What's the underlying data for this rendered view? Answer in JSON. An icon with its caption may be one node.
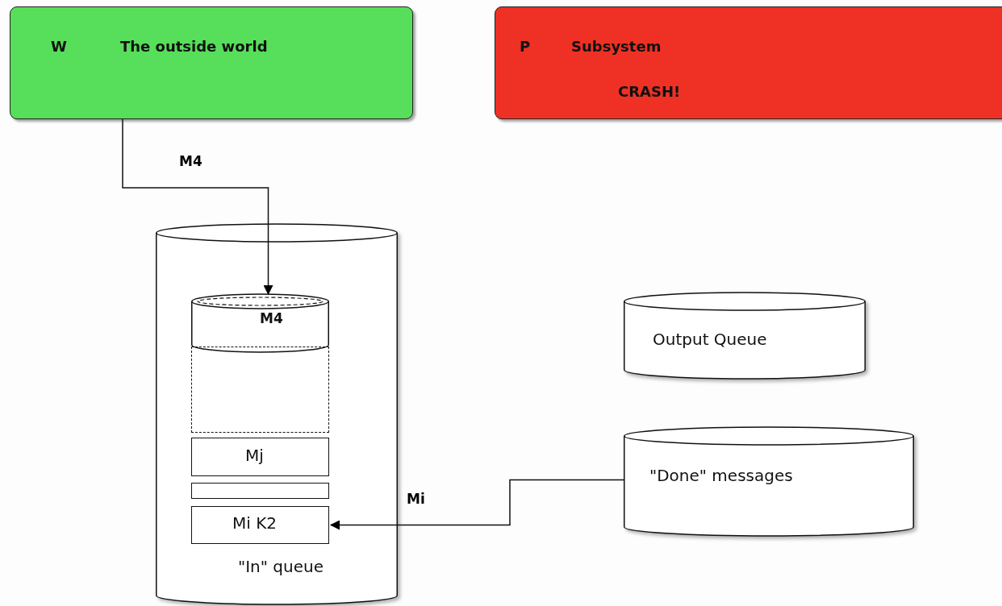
{
  "diagram": {
    "nodes": [
      {
        "text": [
          "W",
          "The outside world"
        ]
      },
      {
        "text": [
          "P",
          "Subsystem",
          "CRASH!"
        ]
      },
      {
        "text": [
          "\"In\" queue"
        ]
      },
      {
        "text": [
          "M4"
        ],
        "in": 2
      },
      {
        "text": [],
        "shape": "box",
        "in": 2
      },
      {
        "text": [
          "Mj"
        ],
        "in": 2
      },
      {
        "text": [],
        "shape": "box",
        "in": 2
      },
      {
        "text": [
          "Mi K2"
        ],
        "in": 2
      },
      {
        "text": [
          "Output Queue"
        ]
      },
      {
        "text": [
          "\"Done\" messages"
        ]
      }
    ],
    "edges": [
      {
        "from": 0,
        "to": 3,
        "arrow": "to",
        "label": "M4"
      },
      {
        "from": 9,
        "to": 7,
        "arrow": "to",
        "label": "Mi"
      }
    ]
  }
}
